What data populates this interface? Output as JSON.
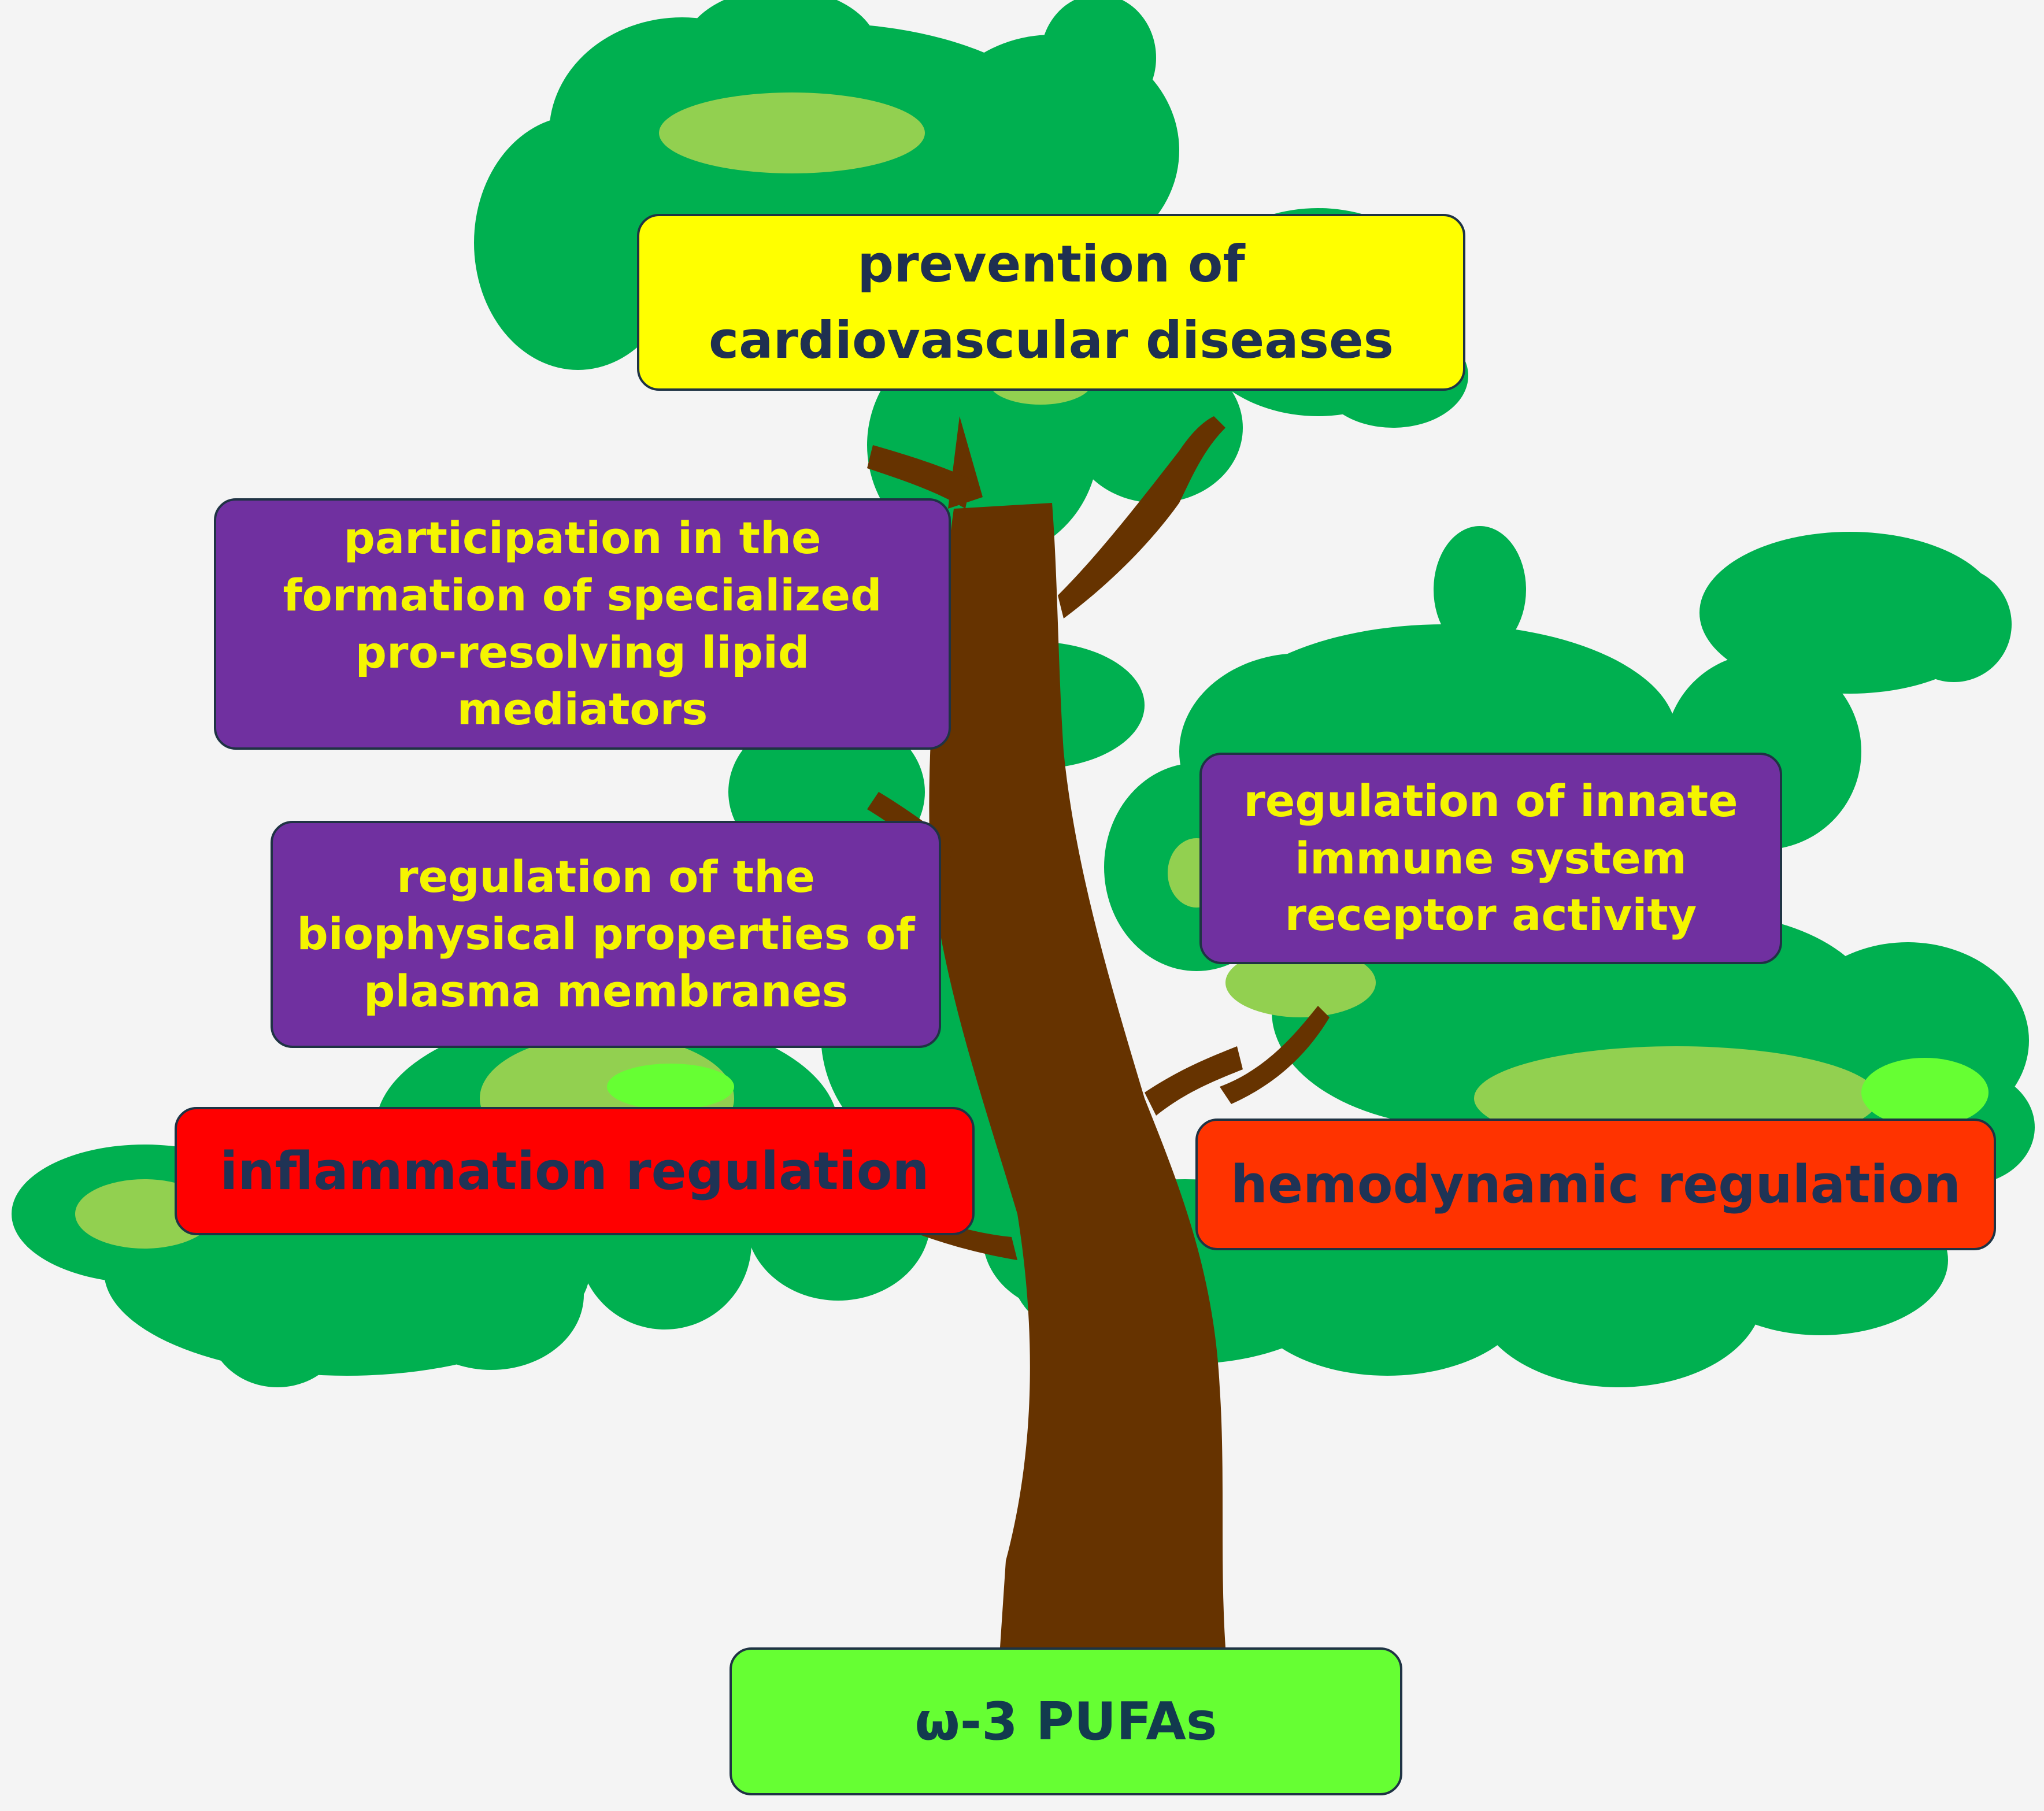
{
  "diagram": {
    "boxes": {
      "cardio": {
        "text": "prevention of cardiovascular diseases",
        "fill": "#ffff00"
      },
      "spm": {
        "text": "participation in the formation of specialized pro-resolving lipid mediators",
        "fill": "#7030a0"
      },
      "membrane": {
        "text": "regulation of the biophysical properties of plasma membranes",
        "fill": "#7030a0"
      },
      "inflam": {
        "text": "inflammation regulation",
        "fill": "#ff0000"
      },
      "innate": {
        "text": "regulation of innate immune system receptor activity",
        "fill": "#7030a0"
      },
      "hemo": {
        "text": "hemodynamic regulation",
        "fill": "#ff3300"
      },
      "pufa": {
        "text": "ω-3 PUFAs",
        "fill": "#66ff33"
      }
    },
    "colors": {
      "background": "#f4f4f4",
      "foliage": "#00b050",
      "foliage_light": "#92d050",
      "foliage_bright": "#66ff33",
      "trunk": "#663300"
    }
  }
}
